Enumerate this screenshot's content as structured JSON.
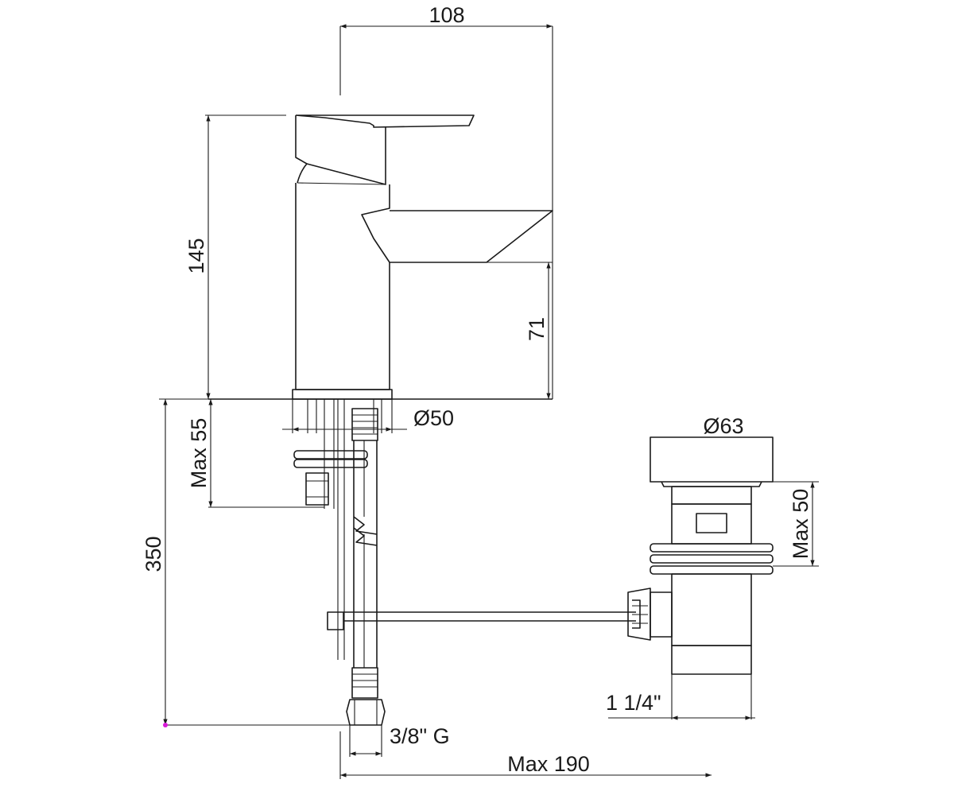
{
  "dimensions": {
    "overall_width": "108",
    "height": "145",
    "spout_height": "71",
    "base_diameter": "Ø50",
    "max_deck_thickness": "Max 55",
    "hose_length": "350",
    "waste_diameter": "Ø63",
    "waste_max_thickness": "Max 50",
    "waste_thread": "1 1/4\"",
    "hose_connection": "3/8\" G",
    "max_distance": "Max 190"
  },
  "colors": {
    "line": "#1a1a1a",
    "marker": "#d81bd8",
    "background": "#ffffff"
  }
}
